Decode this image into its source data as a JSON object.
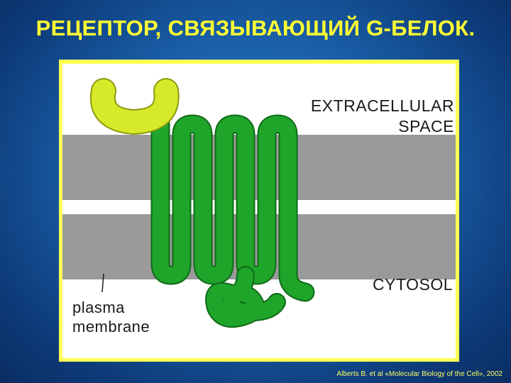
{
  "slide": {
    "title": "РЕЦЕПТОР, СВЯЗЫВАЮЩИЙ G-БЕЛОК.",
    "citation": "Alberts B. et al «Molecular Biology of the Cell», 2002"
  },
  "diagram": {
    "labels": {
      "extracellular_line1": "EXTRACELLULAR",
      "extracellular_line2": "SPACE",
      "cytosol": "CYTOSOL",
      "plasma_line1": "plasma",
      "plasma_line2": "membrane"
    },
    "colors": {
      "background": "#1a5fa8",
      "title": "#ffff33",
      "frame": "#ffff55",
      "membrane": "#9a9a9a",
      "membrane_core": "#ffffff",
      "receptor": "#1fa52a",
      "receptor_outline": "#0f6a18",
      "ligand": "#d6ea2a",
      "ligand_outline": "#8c9a10"
    }
  }
}
